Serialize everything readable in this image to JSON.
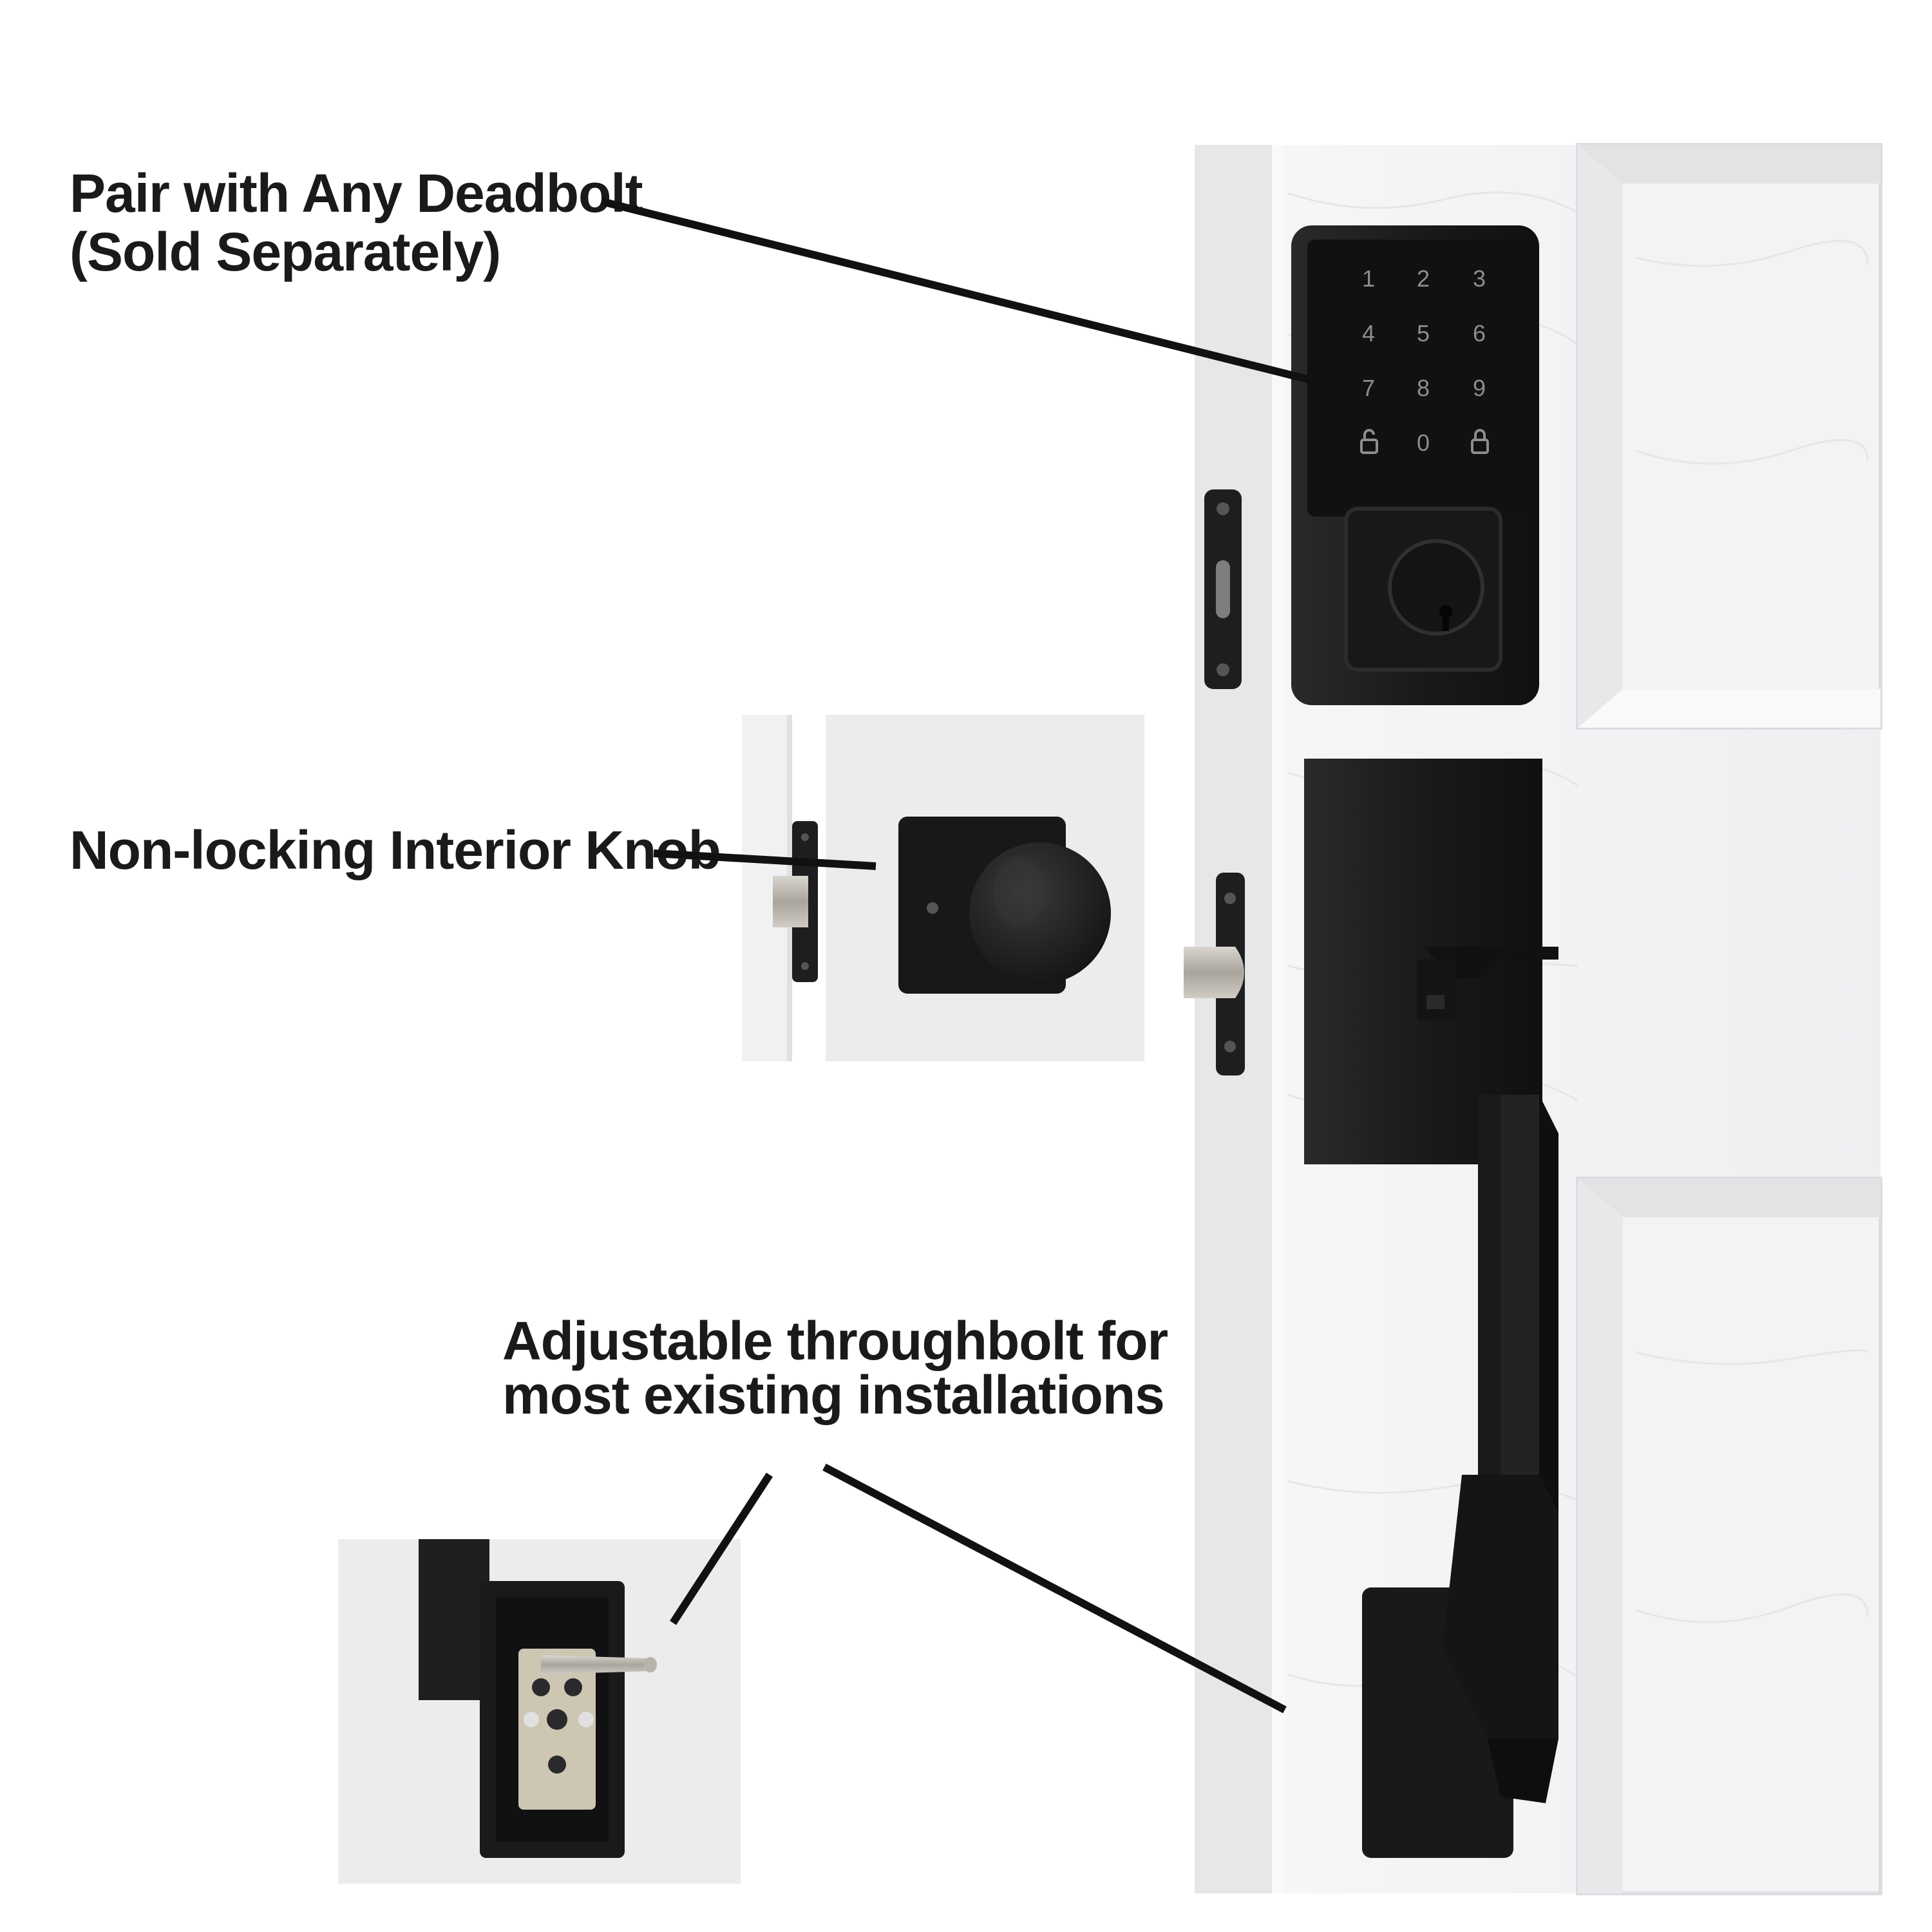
{
  "callouts": {
    "deadbolt": {
      "line1": "Pair with Any Deadbolt",
      "line2": "(Sold Separately)"
    },
    "knob": {
      "line1": "Non-locking Interior Knob"
    },
    "throughbolt": {
      "line1": "Adjustable throughbolt for",
      "line2": "most existing installations"
    }
  },
  "keypad": {
    "keys": [
      "1",
      "2",
      "3",
      "4",
      "5",
      "6",
      "7",
      "8",
      "9",
      "0"
    ]
  },
  "colors": {
    "hardware": "#1c1c1e",
    "door": "#f3f4f5",
    "leader_line": "#111111"
  },
  "icons": [
    "lock-icon",
    "unlock-icon",
    "keyhole-icon",
    "screw-icon"
  ]
}
